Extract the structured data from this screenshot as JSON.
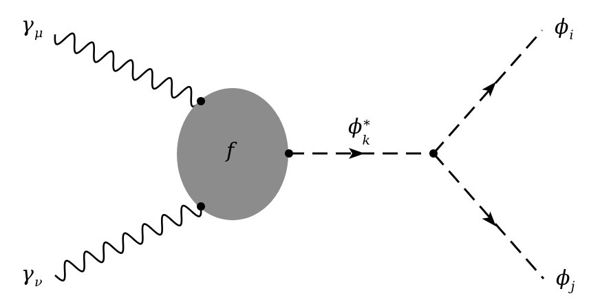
{
  "diagram": {
    "colors": {
      "line": "#000000",
      "blob": "#8c8c8c",
      "vertex": "#000000"
    },
    "labels": {
      "photon_mu": {
        "base": "γ",
        "sub": "μ"
      },
      "photon_nu": {
        "base": "γ",
        "sub": "ν"
      },
      "blob": {
        "base": "f"
      },
      "propagator": {
        "base": "ϕ",
        "sup": "∗",
        "sub": "k"
      },
      "out_i": {
        "base": "ϕ",
        "sub": "i"
      },
      "out_j": {
        "base": "ϕ",
        "sub": "j"
      }
    }
  }
}
